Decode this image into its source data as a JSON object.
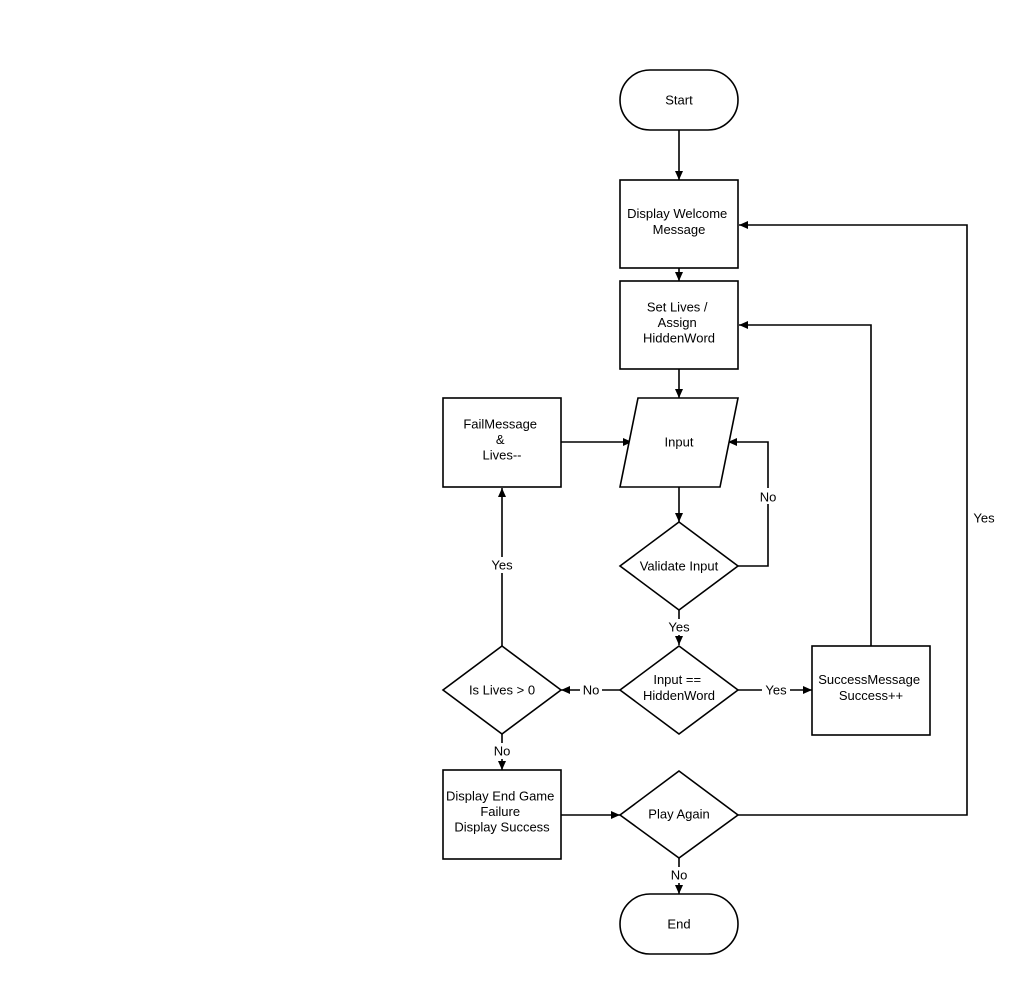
{
  "diagram": {
    "type": "flowchart",
    "nodes": {
      "start": {
        "shape": "terminator",
        "lines": [
          "Start"
        ]
      },
      "welcome": {
        "shape": "process",
        "lines": [
          "Display Welcome",
          "Message"
        ]
      },
      "set_lives": {
        "shape": "process",
        "lines": [
          "Set Lives /",
          "Assign",
          "HiddenWord"
        ]
      },
      "input": {
        "shape": "data",
        "lines": [
          "Input"
        ]
      },
      "fail": {
        "shape": "process",
        "lines": [
          "FailMessage",
          "&",
          "Lives--"
        ]
      },
      "validate": {
        "shape": "decision",
        "lines": [
          "Validate Input"
        ]
      },
      "compare": {
        "shape": "decision",
        "lines": [
          "Input ==",
          "HiddenWord"
        ]
      },
      "lives_check": {
        "shape": "decision",
        "lines": [
          "Is Lives > 0"
        ]
      },
      "success": {
        "shape": "process",
        "lines": [
          "SuccessMessage",
          "Success++"
        ]
      },
      "end_game": {
        "shape": "process",
        "lines": [
          "Display End Game",
          "Failure",
          "Display Success"
        ]
      },
      "play_again": {
        "shape": "decision",
        "lines": [
          "Play Again"
        ]
      },
      "end": {
        "shape": "terminator",
        "lines": [
          "End"
        ]
      }
    },
    "edges": {
      "start_welcome": {
        "from": "start",
        "to": "welcome",
        "label": ""
      },
      "welcome_set": {
        "from": "welcome",
        "to": "set_lives",
        "label": ""
      },
      "set_input": {
        "from": "set_lives",
        "to": "input",
        "label": ""
      },
      "fail_input": {
        "from": "fail",
        "to": "input",
        "label": ""
      },
      "input_validate": {
        "from": "input",
        "to": "validate",
        "label": ""
      },
      "validate_input": {
        "from": "validate",
        "to": "input",
        "label": "No"
      },
      "validate_compare": {
        "from": "validate",
        "to": "compare",
        "label": "Yes"
      },
      "compare_lives": {
        "from": "compare",
        "to": "lives_check",
        "label": "No"
      },
      "compare_success": {
        "from": "compare",
        "to": "success",
        "label": "Yes"
      },
      "lives_fail": {
        "from": "lives_check",
        "to": "fail",
        "label": "Yes"
      },
      "lives_endgame": {
        "from": "lives_check",
        "to": "end_game",
        "label": "No"
      },
      "success_set": {
        "from": "success",
        "to": "set_lives",
        "label": ""
      },
      "endgame_play": {
        "from": "end_game",
        "to": "play_again",
        "label": ""
      },
      "play_welcome": {
        "from": "play_again",
        "to": "welcome",
        "label": "Yes"
      },
      "play_end": {
        "from": "play_again",
        "to": "end",
        "label": "No"
      }
    }
  }
}
